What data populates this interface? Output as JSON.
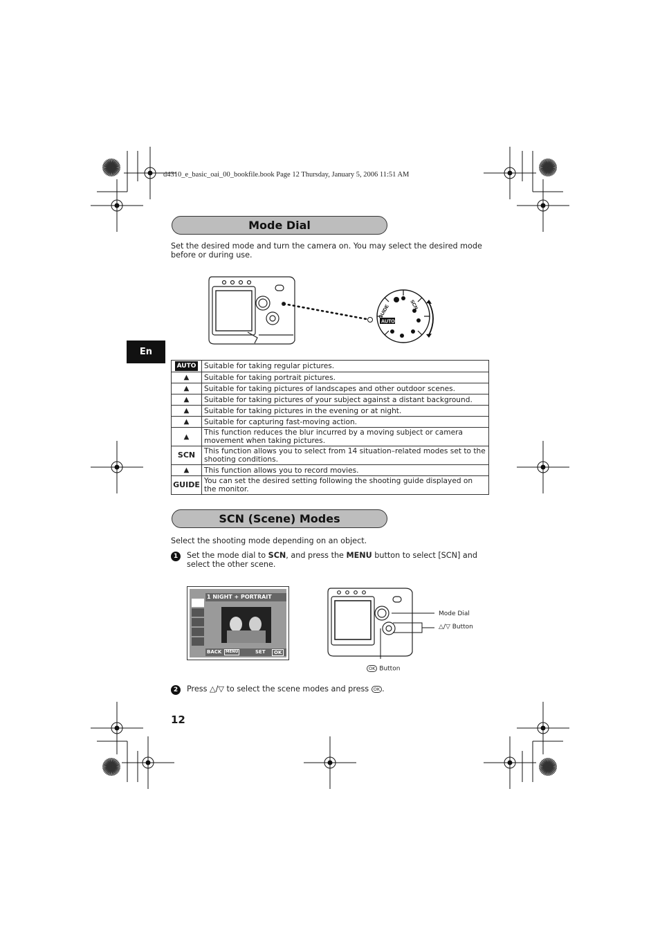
{
  "header": {
    "file_info": "d4310_e_basic_oai_00_bookfile.book  Page 12  Thursday, January 5, 2006  11:51 AM"
  },
  "language_tab": "En",
  "mode_dial": {
    "title": "Mode Dial",
    "intro": "Set the desired mode and turn the camera on. You may select the desired mode before or during use.",
    "dial_labels": {
      "auto": "AUTO",
      "guide": "GUIDE",
      "scn": "SCN"
    },
    "rows": [
      {
        "icon_name": "auto-icon",
        "icon_text": "AUTO",
        "desc": "Suitable for taking regular pictures."
      },
      {
        "icon_name": "portrait-icon",
        "icon_text": "",
        "desc": "Suitable for taking portrait pictures."
      },
      {
        "icon_name": "landscape-icon",
        "icon_text": "",
        "desc": "Suitable for taking pictures of landscapes and other outdoor scenes."
      },
      {
        "icon_name": "landscape-portrait-icon",
        "icon_text": "",
        "desc": "Suitable for taking pictures of your subject against a distant background."
      },
      {
        "icon_name": "night-scene-icon",
        "icon_text": "",
        "desc": "Suitable for taking pictures in the evening or at night."
      },
      {
        "icon_name": "sport-icon",
        "icon_text": "",
        "desc": "Suitable for capturing fast-moving action."
      },
      {
        "icon_name": "anti-shake-icon",
        "icon_text": "",
        "desc": "This function reduces the blur incurred by a moving subject or camera movement when taking pictures."
      },
      {
        "icon_name": "scn-label",
        "icon_text": "SCN",
        "desc": "This function allows you to select from 14 situation–related modes set to the shooting conditions."
      },
      {
        "icon_name": "movie-icon",
        "icon_text": "",
        "desc": "This function allows you to record movies."
      },
      {
        "icon_name": "guide-label",
        "icon_text": "GUIDE",
        "desc": "You can set the desired setting following the shooting guide displayed on the monitor."
      }
    ]
  },
  "scn_modes": {
    "title": "SCN (Scene) Modes",
    "intro": "Select the shooting mode depending on an object.",
    "step1": {
      "number": "1",
      "pre": "Set the mode dial to ",
      "scn": "SCN",
      "mid": ", and press the ",
      "menu": "MENU",
      "post": " button to select [SCN] and select the other scene."
    },
    "screen": {
      "header": "1  NIGHT + PORTRAIT",
      "back_label": "BACK",
      "menu_label": "MENU",
      "set_label": "SET",
      "ok_label": "OK"
    },
    "callouts": {
      "mode_dial": "Mode Dial",
      "arrow_button": "△/▽ Button",
      "ok_button": "Button",
      "ok_icon": "OK"
    },
    "step2": {
      "number": "2",
      "pre": "Press △/▽ to select the scene modes and press ",
      "ok": "OK",
      "post": "."
    }
  },
  "page_number": "12"
}
